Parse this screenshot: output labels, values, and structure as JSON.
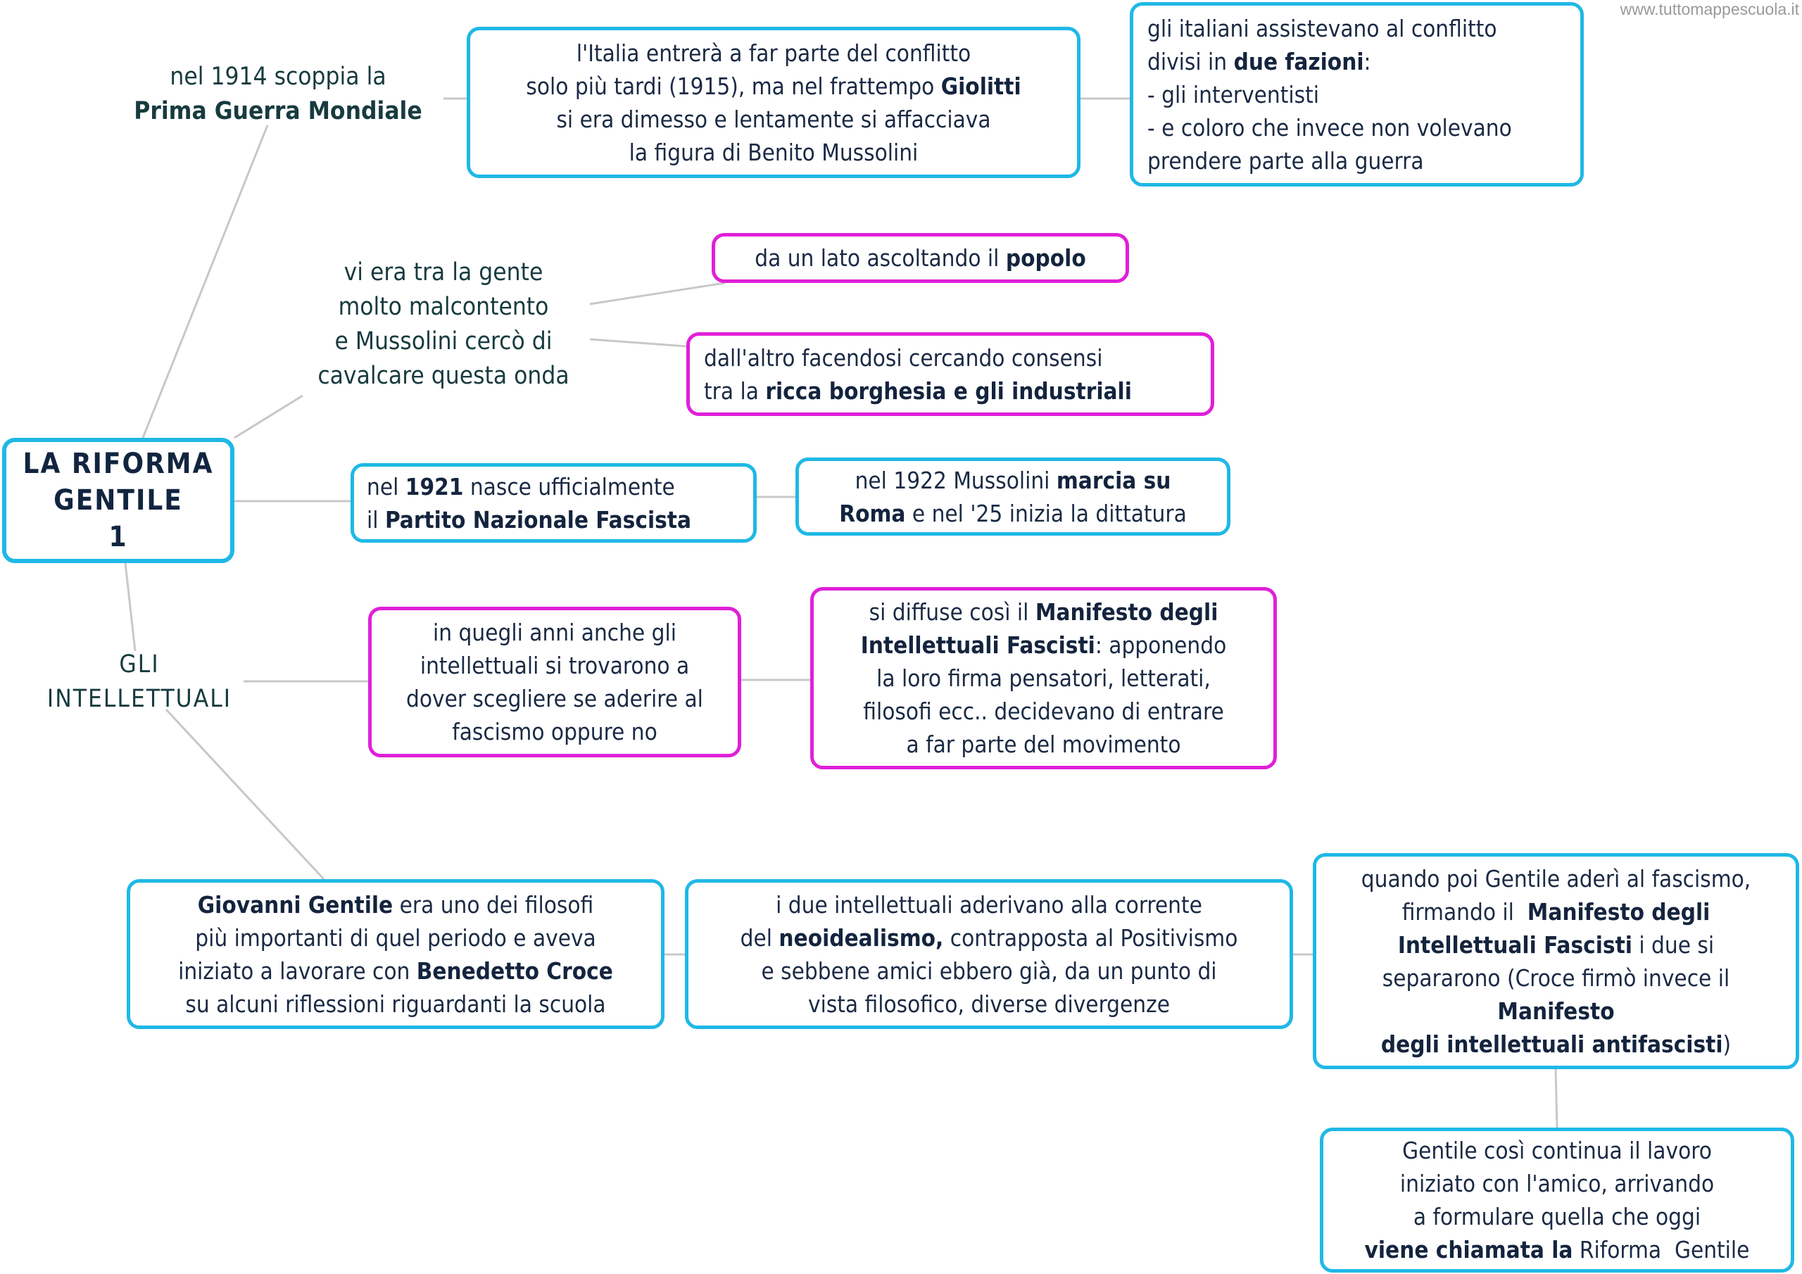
{
  "watermark": "www.tuttomappescuola.it",
  "colors": {
    "blue_border": "#1fb8e6",
    "pink_border": "#e020d8",
    "text": "#1a2a44",
    "label_text": "#173b3f",
    "connector": "#c8c8c8"
  },
  "root": {
    "lines": [
      "LA RIFORMA",
      "GENTILE",
      "1"
    ]
  },
  "branch_1914": {
    "lines": [
      "nel 1914 scoppia la",
      "Prima Guerra Mondiale"
    ]
  },
  "box_italia": {
    "lines": [
      [
        "l'Italia entrerà a far parte del conflitto"
      ],
      [
        "solo più tardi (1915), ma nel frattempo ",
        "Giolitti"
      ],
      [
        "si era dimesso e lentamente si affacciava"
      ],
      [
        "la figura di Benito Mussolini"
      ]
    ]
  },
  "box_italiani": {
    "l1": "gli italiani assistevano al conflitto",
    "l2a": "divisi in ",
    "l2b": "due fazioni",
    "l2c": ":",
    "l3": "- gli interventisti",
    "l4": "- e coloro che invece non volevano",
    "l5": "prendere parte alla guerra"
  },
  "branch_malcontento": {
    "lines": [
      "vi era tra la gente",
      "molto malcontento",
      "e Mussolini cercò di",
      "cavalcare questa onda"
    ]
  },
  "box_popolo": {
    "a": "da un lato ascoltando il ",
    "b": "popolo"
  },
  "box_borghesia": {
    "l1": "dall'altro facendosi cercando consensi",
    "l2a": "tra la ",
    "l2b": "ricca borghesia e gli industriali"
  },
  "box_1921": {
    "l1a": "nel ",
    "l1b": "1921",
    "l1c": " nasce ufficialmente",
    "l2a": "il ",
    "l2b": "Partito Nazionale Fascista"
  },
  "box_1922": {
    "l1a": "nel 1922 Mussolini ",
    "l1b": "marcia su",
    "l2a": "Roma",
    "l2b": " e nel '25 inizia la dittatura"
  },
  "branch_intellettuali": {
    "lines": [
      "GLI",
      "INTELLETTUALI"
    ]
  },
  "box_scelta": {
    "lines": [
      "in quegli anni anche gli",
      "intellettuali si trovarono a",
      "dover scegliere se aderire al",
      "fascismo oppure no"
    ]
  },
  "box_manifesto": {
    "l1a": "si diffuse così il ",
    "l1b": "Manifesto degli",
    "l2a": "Intellettuali Fascisti",
    "l2b": ": apponendo",
    "l3": "la loro firma pensatori, letterati,",
    "l4": "filosofi ecc.. decidevano di entrare",
    "l5": "a far parte del movimento"
  },
  "box_gentile": {
    "l1a": "Giovanni Gentile",
    "l1b": " era uno dei filosofi",
    "l2": "più importanti di quel periodo e  aveva",
    "l3a": "iniziato a lavorare con ",
    "l3b": "Benedetto Croce",
    "l4": "su alcuni riflessioni riguardanti la scuola"
  },
  "box_neoidealismo": {
    "l1": "i due intellettuali aderivano alla corrente",
    "l2a": "del ",
    "l2b": "neoidealismo,",
    "l2c": " contrapposta al Positivismo",
    "l3": "e sebbene amici ebbero già, da un punto di",
    "l4": "vista filosofico, diverse divergenze"
  },
  "box_separazione": {
    "l1": "quando poi Gentile aderì al fascismo,",
    "l2a": "firmando il  ",
    "l2b": "Manifesto degli",
    "l3a": "Intellettuali Fascisti",
    "l3b": " i due si",
    "l4": "separarono (Croce firmò invece il",
    "l5": "Manifesto",
    "l6a": "degli intellettuali antifascisti",
    "l6b": ")"
  },
  "box_riforma": {
    "l1": "Gentile così continua il lavoro",
    "l2": "iniziato con l'amico, arrivando",
    "l3": "a formulare quella che oggi",
    "l4a": "viene chiamata la",
    "l4b": " Riforma  Gentile"
  }
}
